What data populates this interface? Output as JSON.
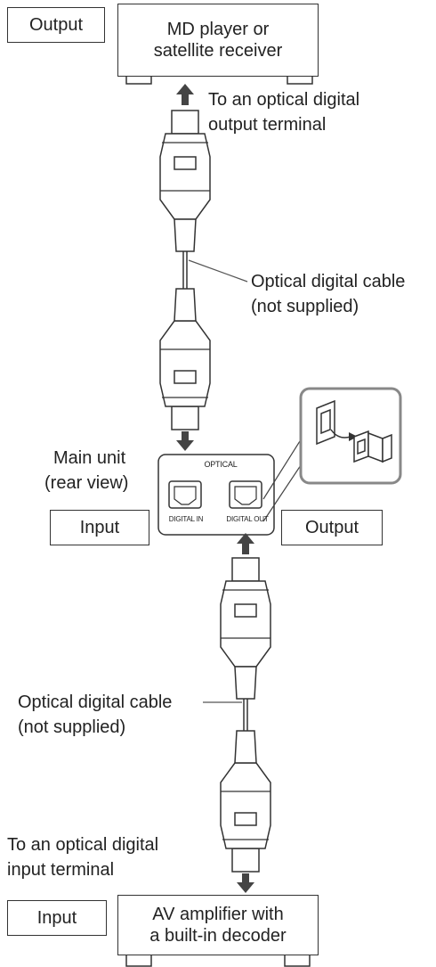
{
  "top_device": {
    "tag": "Output",
    "line1": "MD player or",
    "line2": "satellite receiver",
    "connection_line1": "To an optical digital",
    "connection_line2": "output terminal"
  },
  "cable_top": {
    "line1": "Optical digital cable",
    "line2": "(not supplied)"
  },
  "main_unit": {
    "line1": "Main unit",
    "line2": "(rear view)",
    "panel_title": "OPTICAL",
    "jack_in": "DIGITAL IN",
    "jack_out": "DIGITAL OUT",
    "tag_input": "Input",
    "tag_output": "Output"
  },
  "cable_bottom": {
    "line1": "Optical digital cable",
    "line2": "(not supplied)"
  },
  "bottom_device": {
    "tag": "Input",
    "line1": "AV amplifier with",
    "line2": "a built-in decoder",
    "connection_line1": "To an optical digital",
    "connection_line2": "input terminal"
  }
}
